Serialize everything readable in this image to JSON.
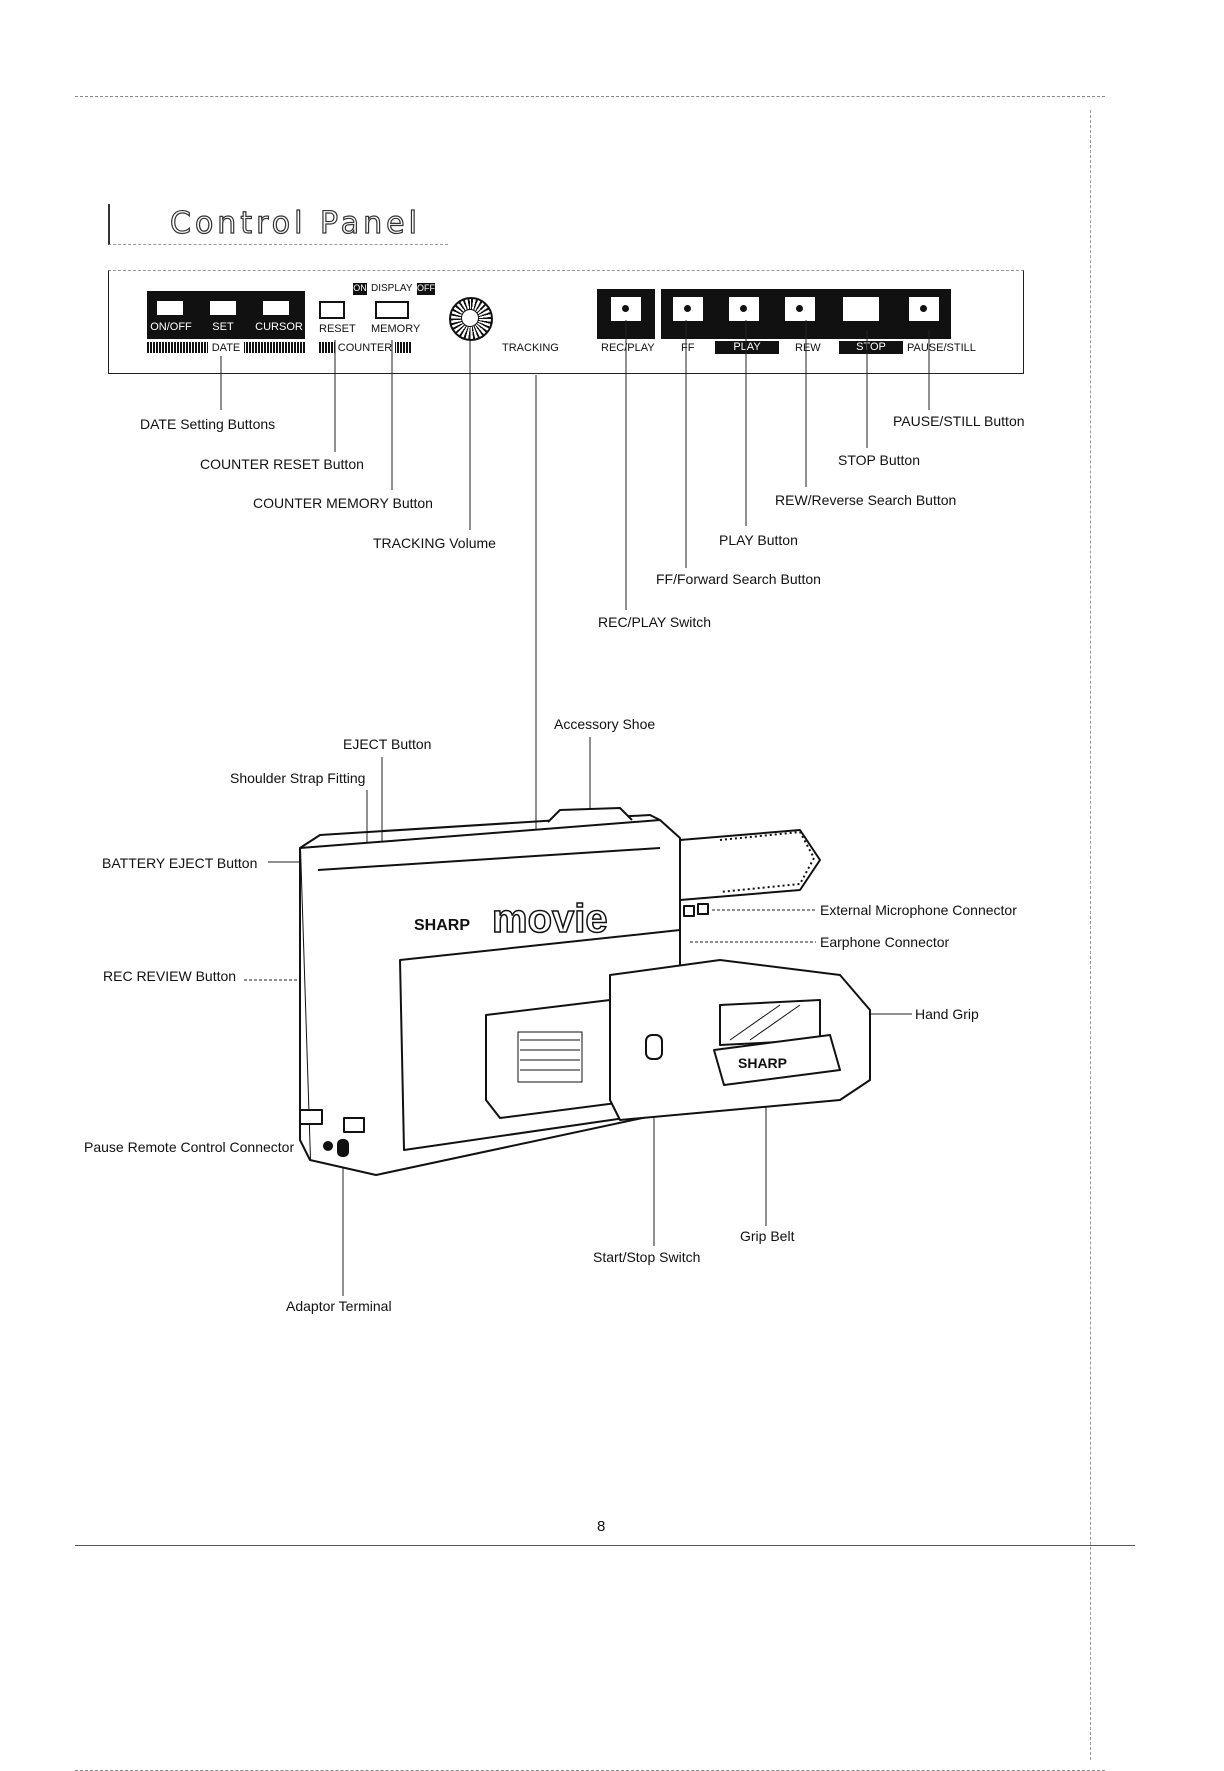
{
  "section_title": "Control Panel",
  "panel": {
    "on_off": "ON/OFF",
    "set": "SET",
    "cursor": "CURSOR",
    "reset": "RESET",
    "memory": "MEMORY",
    "display_on": "ON",
    "display": "DISPLAY",
    "display_off": "OFF",
    "date": "DATE",
    "counter": "COUNTER",
    "tracking": "TRACKING",
    "rec_play": "REC/PLAY",
    "ff": "FF",
    "play": "PLAY",
    "rew": "REW",
    "stop": "STOP",
    "pause_still": "PAUSE/STILL"
  },
  "callouts": {
    "date_setting": "DATE Setting Buttons",
    "counter_reset": "COUNTER RESET Button",
    "counter_memory": "COUNTER MEMORY Button",
    "tracking_volume": "TRACKING Volume",
    "pause_still": "PAUSE/STILL Button",
    "stop": "STOP Button",
    "rew": "REW/Reverse Search Button",
    "play": "PLAY Button",
    "ff": "FF/Forward Search Button",
    "rec_play_switch": "REC/PLAY Switch"
  },
  "camera_callouts": {
    "accessory_shoe": "Accessory Shoe",
    "eject": "EJECT Button",
    "shoulder_strap": "Shoulder Strap Fitting",
    "battery_eject": "BATTERY EJECT Button",
    "ext_mic": "External Microphone Connector",
    "earphone": "Earphone Connector",
    "rec_review": "REC REVIEW Button",
    "hand_grip": "Hand Grip",
    "pause_remote": "Pause Remote Control Connector",
    "grip_belt": "Grip Belt",
    "start_stop": "Start/Stop Switch",
    "adaptor": "Adaptor Terminal"
  },
  "camera_brand": "SHARP",
  "camera_model": "movie",
  "page_number": "8"
}
